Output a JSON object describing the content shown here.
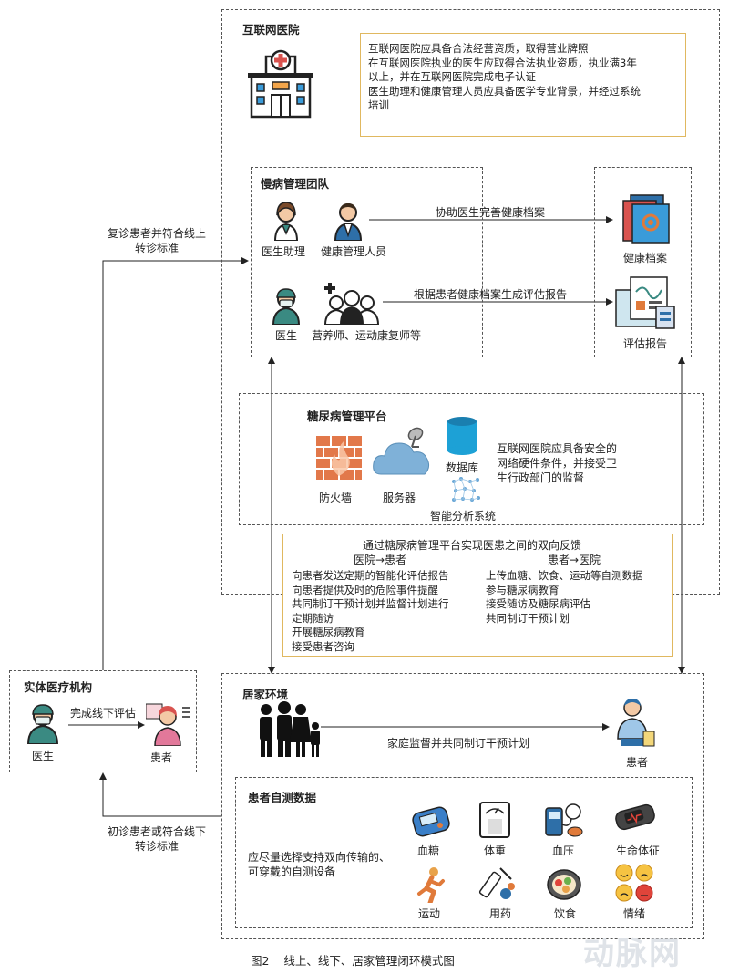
{
  "hospital": {
    "title": "互联网医院",
    "requirements": [
      "互联网医院应具备合法经营资质，取得营业牌照",
      "在互联网医院执业的医生应取得合法执业资质，执业满3年",
      "以上，并在互联网医院完成电子认证",
      "医生助理和健康管理人员应具备医学专业背景，并经过系统",
      "培训"
    ]
  },
  "team": {
    "title": "慢病管理团队",
    "members": [
      "医生助理",
      "健康管理人员",
      "医生",
      "营养师、运动康复师等"
    ]
  },
  "records": {
    "health_file": "健康档案",
    "report": "评估报告"
  },
  "arrows": {
    "assist": "协助医生完善健康档案",
    "generate": "根据患者健康档案生成评估报告",
    "return_visit": [
      "复诊患者并符合线上",
      "转诊标准"
    ],
    "first_visit": [
      "初诊患者或符合线下",
      "转诊标准"
    ],
    "offline_eval": "完成线下评估",
    "family_monitor": "家庭监督并共同制订干预计划"
  },
  "platform": {
    "title": "糖尿病管理平台",
    "firewall": "防火墙",
    "server": "服务器",
    "database": "数据库",
    "analysis": "智能分析系统",
    "note": [
      "互联网医院应具备安全的",
      "网络硬件条件，并接受卫",
      "生行政部门的监督"
    ]
  },
  "feedback": {
    "title": "通过糖尿病管理平台实现医患之间的双向反馈",
    "left_head": "医院→患者",
    "left_items": [
      "向患者发送定期的智能化评估报告",
      "向患者提供及时的危险事件提醒",
      "共同制订干预计划并监督计划进行",
      "定期随访",
      "开展糖尿病教育",
      "接受患者咨询"
    ],
    "right_head": "患者→医院",
    "right_items": [
      "上传血糖、饮食、运动等自测数据",
      "参与糖尿病教育",
      "接受随访及糖尿病评估",
      "共同制订干预计划"
    ]
  },
  "physical": {
    "title": "实体医疗机构",
    "doctor": "医生",
    "patient": "患者"
  },
  "home": {
    "title": "居家环境",
    "patient": "患者",
    "selftest_title": "患者自测数据",
    "selftest_note": [
      "应尽量选择支持双向传输的、",
      "可穿戴的自测设备"
    ],
    "devices": [
      "血糖",
      "体重",
      "血压",
      "生命体征",
      "运动",
      "用药",
      "饮食",
      "情绪"
    ]
  },
  "caption": "图2    线上、线下、居家管理闭环模式图",
  "watermark": "动脉网",
  "colors": {
    "teal": "#3a8a82",
    "orange": "#e07a3a",
    "blue": "#3a9bd9",
    "border_yellow": "#e0b860"
  }
}
